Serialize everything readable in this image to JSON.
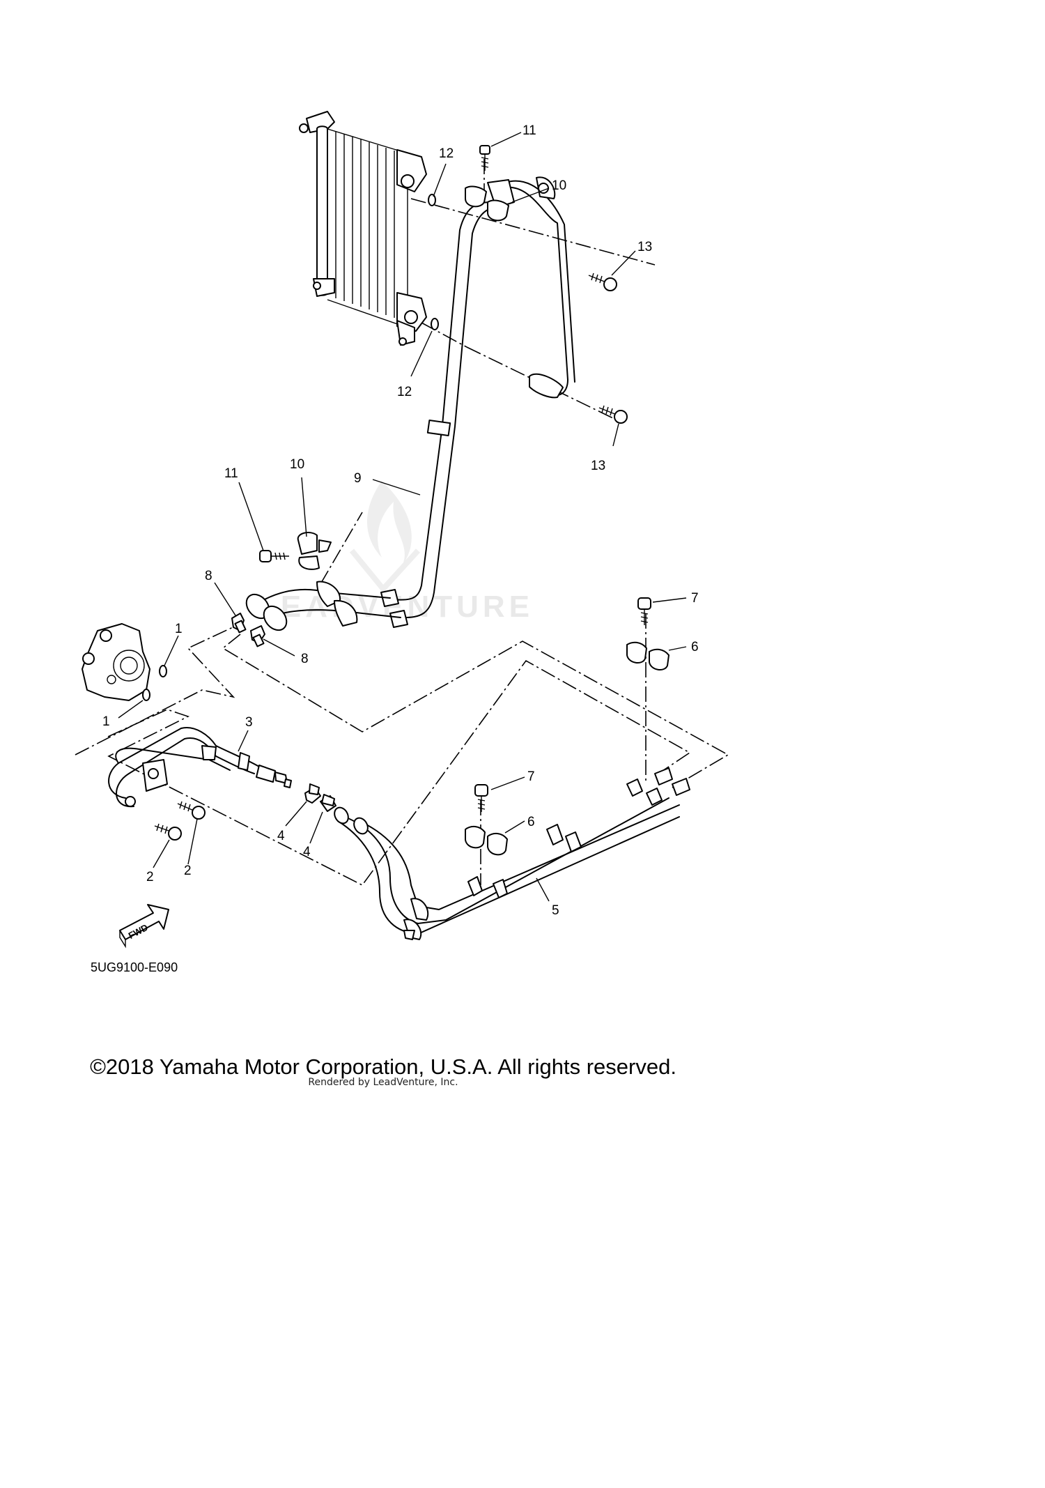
{
  "diagram": {
    "callouts": [
      "1",
      "1",
      "2",
      "2",
      "3",
      "4",
      "4",
      "5",
      "6",
      "6",
      "7",
      "7",
      "8",
      "8",
      "9",
      "10",
      "10",
      "11",
      "11",
      "12",
      "12",
      "13",
      "13"
    ],
    "fwd_label": "FWD",
    "code": "5UG9100-E090"
  },
  "watermark": {
    "text": "LEADVENTURE"
  },
  "footer": {
    "copyright": "©2018 Yamaha Motor Corporation, U.S.A. All rights reserved.",
    "renderer": "Rendered by LeadVenture, Inc."
  }
}
